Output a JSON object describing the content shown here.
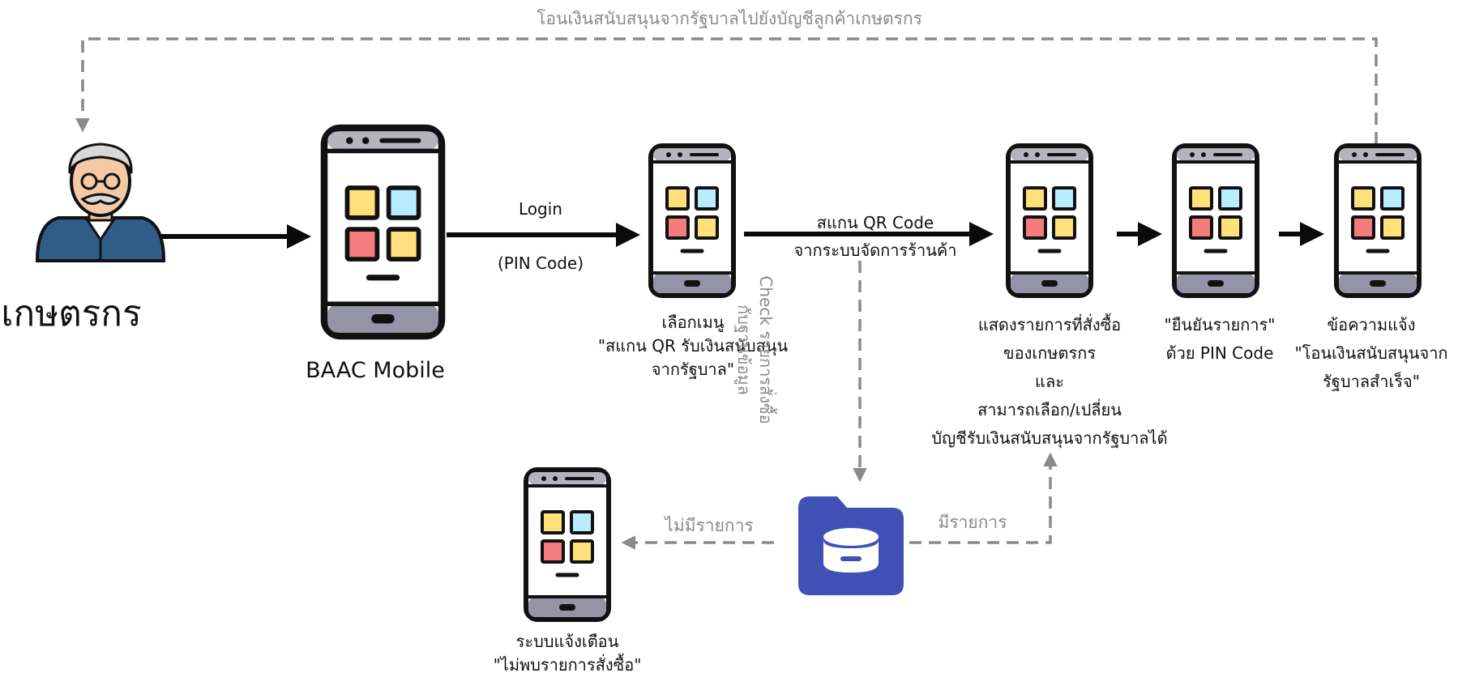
{
  "colors": {
    "solid_arrow": "#0a0a0a",
    "dashed_arrow": "#8a8a8a",
    "phone_body": "#111111",
    "phone_screen": "#ffffff",
    "phone_bar": "#b4b4bd",
    "phone_bottom": "#9594a6",
    "tile_yellow": "#ffe07a",
    "tile_cyan": "#b8ecff",
    "tile_red": "#f47c7c",
    "database_folder": "#3f51b5"
  },
  "icons": {
    "farmer": "farmer-icon",
    "phone": "smartphone-icon",
    "database": "database-folder-icon"
  },
  "nodes": {
    "farmer": {
      "label": "เกษตรกร"
    },
    "baac": {
      "label": "BAAC Mobile"
    },
    "menu": {
      "lines": [
        "เลือกเมนู",
        "\"สแกน QR รับเงินสนับสนุน",
        "จากรัฐบาล\""
      ]
    },
    "order_list": {
      "lines": [
        "แสดงรายการที่สั่งซื้อ",
        "ของเกษตรกร",
        "และ",
        "สามารถเลือก/เปลี่ยน",
        "บัญชีรับเงินสนับสนุนจากรัฐบาลได้"
      ]
    },
    "confirm": {
      "lines": [
        "\"ยืนยันรายการ\"",
        "ด้วย PIN Code"
      ]
    },
    "notify": {
      "lines": [
        "ข้อความแจ้ง",
        "\"โอนเงินสนับสนุนจาก",
        "รัฐบาลสำเร็จ\""
      ]
    },
    "alert": {
      "lines": [
        "ระบบแจ้งเตือน",
        "\"ไม่พบรายการสั่งซื้อ\""
      ]
    }
  },
  "edges": {
    "login": {
      "top": "Login",
      "bottom": "(PIN Code)"
    },
    "scan": {
      "top": "สแกน QR Code",
      "bottom": "จากระบบจัดการร้านค้า"
    },
    "check": {
      "line1": "Check รายการสั่งซื้อ",
      "line2": "กับฐานข้อมูล"
    },
    "found": "มีรายการ",
    "not_found": "ไม่มีรายการ",
    "transfer": "โอนเงินสนับสนุนจากรัฐบาลไปยังบัญชีลูกค้าเกษตรกร"
  }
}
